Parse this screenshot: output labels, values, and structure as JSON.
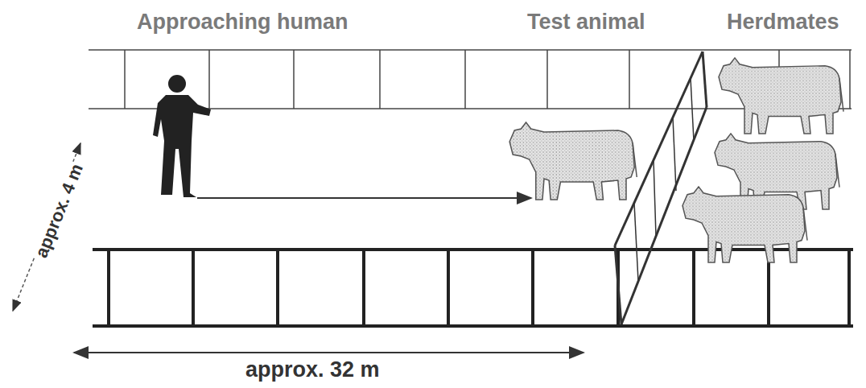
{
  "diagram": {
    "labels": [
      "Approaching human",
      "Test animal",
      "Herdmates",
      "approx. 4 m",
      "approx. 32 m"
    ]
  }
}
